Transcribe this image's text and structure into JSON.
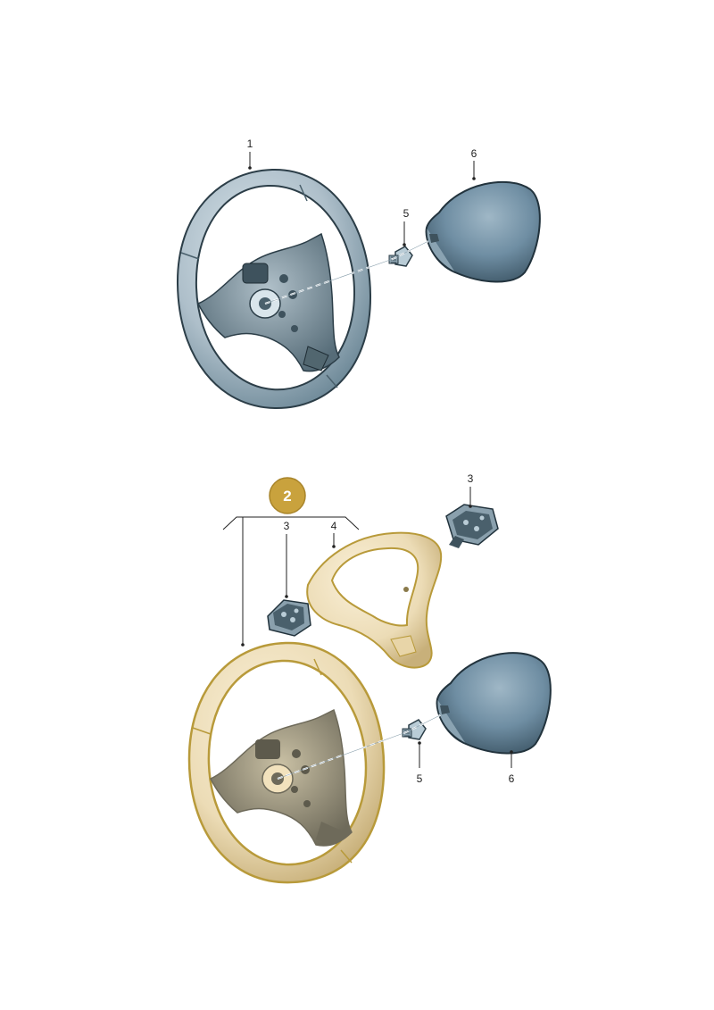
{
  "callouts": {
    "top": {
      "wheel": "1",
      "bolt": "5",
      "airbag": "6"
    },
    "bottom": {
      "assembly_badge": "2",
      "switch_left": "3",
      "switch_right": "3",
      "trim_cover": "4",
      "bolt": "5",
      "airbag": "6"
    }
  },
  "colors": {
    "part_blue": "#b9ccd6",
    "part_blue_dark": "#6f8a99",
    "highlight_fill": "#f2e2bd",
    "highlight_stroke": "#b89a3a",
    "badge_fill": "#c9a23d",
    "airbag_blue": "#6f8ea3"
  }
}
